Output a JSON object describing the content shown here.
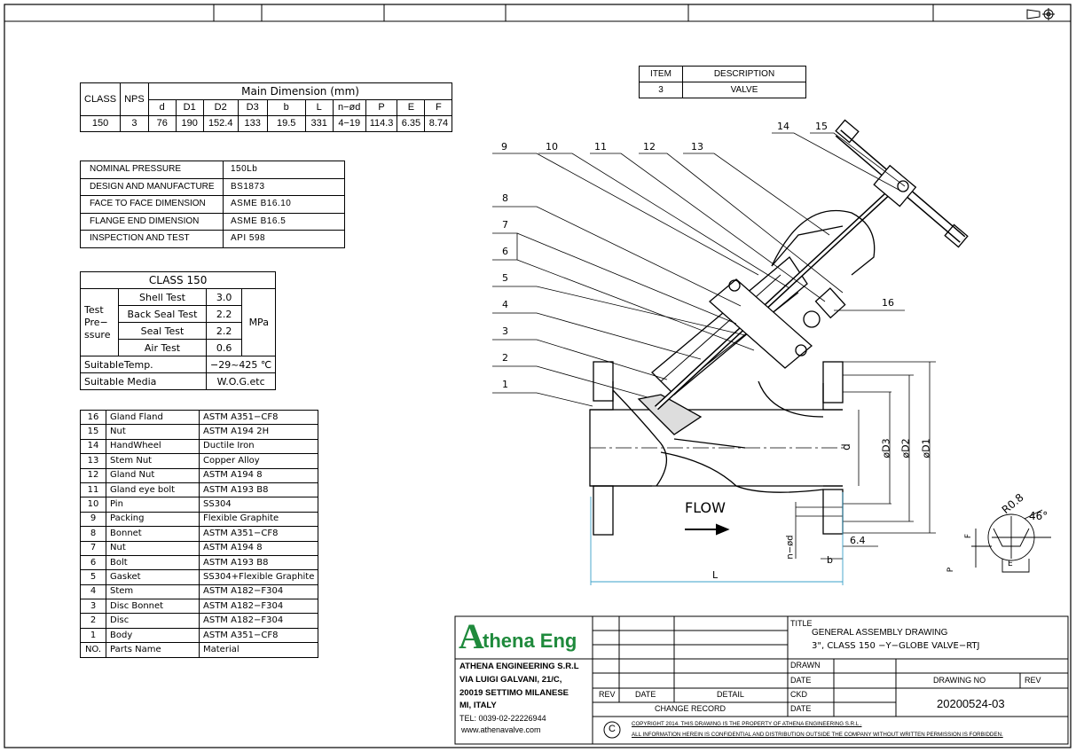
{
  "dims_table": {
    "hdr_class": "CLASS",
    "hdr_nps": "NPS",
    "hdr_main": "Main Dimension (mm)",
    "cols": [
      "d",
      "D1",
      "D2",
      "D3",
      "b",
      "L",
      "n−ød",
      "P",
      "E",
      "F"
    ],
    "row": {
      "class": "150",
      "nps": "3",
      "values": [
        "76",
        "190",
        "152.4",
        "133",
        "19.5",
        "331",
        "4−19",
        "114.3",
        "6.35",
        "8.74"
      ]
    }
  },
  "standards": [
    {
      "label": "NOMINAL PRESSURE",
      "value": "150Lb"
    },
    {
      "label": "DESIGN AND MANUFACTURE",
      "value": "BS1873"
    },
    {
      "label": "FACE TO FACE DIMENSION",
      "value": "ASME  B16.10"
    },
    {
      "label": "FLANGE END DIMENSION",
      "value": "ASME  B16.5"
    },
    {
      "label": "INSPECTION AND TEST",
      "value": "API  598"
    }
  ],
  "class_table": {
    "title": "CLASS 150",
    "test_l1": "Test",
    "test_l2": "Pre−",
    "test_l3": "ssure",
    "tests": [
      {
        "name": "Shell Test",
        "value": "3.0"
      },
      {
        "name": "Back Seal Test",
        "value": "2.2"
      },
      {
        "name": "Seal Test",
        "value": "2.2"
      },
      {
        "name": "Air Test",
        "value": "0.6"
      }
    ],
    "unit": "MPa",
    "temp_label": "SuitableTemp.",
    "temp_value": "−29~425 ℃",
    "media_label": "Suitable Media",
    "media_value": "W.O.G.etc"
  },
  "parts": [
    {
      "no": "16",
      "name": "Gland Fland",
      "material": "ASTM  A351−CF8"
    },
    {
      "no": "15",
      "name": "Nut",
      "material": "ASTM  A194  2H"
    },
    {
      "no": "14",
      "name": "HandWheel",
      "material": "Ductile Iron"
    },
    {
      "no": "13",
      "name": "Stem Nut",
      "material": "Copper Alloy"
    },
    {
      "no": "12",
      "name": "Gland Nut",
      "material": "ASTM  A194  8"
    },
    {
      "no": "11",
      "name": "Gland eye bolt",
      "material": "ASTM  A193  B8"
    },
    {
      "no": "10",
      "name": "Pin",
      "material": "SS304"
    },
    {
      "no": "9",
      "name": "Packing",
      "material": "Flexible Graphite"
    },
    {
      "no": "8",
      "name": "Bonnet",
      "material": "ASTM  A351−CF8"
    },
    {
      "no": "7",
      "name": "Nut",
      "material": "ASTM  A194  8"
    },
    {
      "no": "6",
      "name": "Bolt",
      "material": "ASTM  A193  B8"
    },
    {
      "no": "5",
      "name": "Gasket",
      "material": "SS304+Flexible Graphite"
    },
    {
      "no": "4",
      "name": "Stem",
      "material": "ASTM  A182−F304"
    },
    {
      "no": "3",
      "name": "Disc Bonnet",
      "material": "ASTM  A182−F304"
    },
    {
      "no": "2",
      "name": "Disc",
      "material": "ASTM  A182−F304"
    },
    {
      "no": "1",
      "name": "Body",
      "material": "ASTM  A351−CF8"
    }
  ],
  "parts_footer": {
    "no": "NO.",
    "name": "Parts Name",
    "material": "Material"
  },
  "item_table": {
    "hdr_item": "ITEM",
    "hdr_desc": "DESCRIPTION",
    "item": "3",
    "desc": "VALVE"
  },
  "callouts": [
    "1",
    "2",
    "3",
    "4",
    "5",
    "6",
    "7",
    "8",
    "9",
    "10",
    "11",
    "12",
    "13",
    "14",
    "15",
    "16"
  ],
  "flow_label": "FLOW",
  "dim_labels": {
    "d": "d",
    "D3": "øD3",
    "D2": "øD2",
    "D1": "øD1",
    "L": "L",
    "b": "b",
    "nd": "n−ød",
    "t64": "6.4",
    "r08": "R0.8",
    "a46": "46°",
    "F": "F",
    "E": "E",
    "P": "P"
  },
  "title_block": {
    "logo_a": "A",
    "logo_rest": "thena Eng",
    "company": [
      "ATHENA ENGINEERING S.R.L",
      "VIA LUIGI GALVANI, 21/C,",
      "20019 SETTIMO MILANESE",
      "MI, ITALY"
    ],
    "tel": "TEL: 0039-02-22226944",
    "web": "www.athenavalve.com",
    "title_lbl": "TITLE",
    "title1": "GENERAL ASSEMBLY DRAWING",
    "title2": "3\", CLASS 150 −Y−GLOBE VALVE−RTJ",
    "drawn": "DRAWN",
    "date": "DATE",
    "ckd": "CKD",
    "rev": "REV",
    "date2": "DATE",
    "detail": "DETAIL",
    "change_record": "CHANGE RECORD",
    "drawing_no_lbl": "DRAWING NO",
    "rev_lbl": "REV",
    "drawing_no": "20200524-03",
    "copy_sym": "C",
    "copy1": "COPYRIGHT 2014. THIS DRAWING IS THE PROPERTY OF ATHENA ENGINEERING S.R.L .",
    "copy2": "ALL INFORMATION HEREIN IS CONFIDENTIAL AND DISTRIBUTION OUTSIDE THE COMPANY WITHOUT WRITTEN PERMISSION IS FORBIDDEN."
  },
  "colors": {
    "line": "#000000",
    "dim": "#3aa0c8",
    "logo_green": "#1f8a3c"
  }
}
